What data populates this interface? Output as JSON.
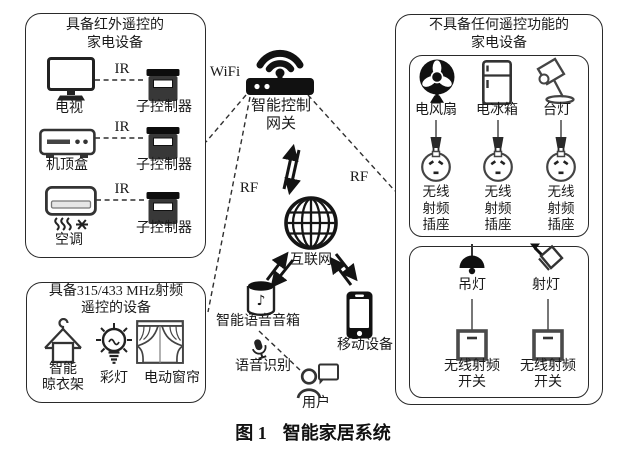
{
  "caption": {
    "prefix": "图 1",
    "title": "智能家居系统"
  },
  "ir_box": {
    "title1": "具备红外遥控的",
    "title2": "家电设备",
    "rows": [
      {
        "device": "电视",
        "link": "IR",
        "controller": "子控制器"
      },
      {
        "device": "机顶盒",
        "link": "IR",
        "controller": "子控制器"
      },
      {
        "device": "空调",
        "link": "IR",
        "controller": "子控制器"
      }
    ]
  },
  "rf_box": {
    "title1": "具备315/433 MHz射频",
    "title2": "遥控的设备",
    "items": [
      {
        "name1": "智能",
        "name2": "晾衣架"
      },
      {
        "name1": "彩灯",
        "name2": ""
      },
      {
        "name1": "电动窗帘",
        "name2": ""
      }
    ]
  },
  "none_box": {
    "title1": "不具备任何遥控功能的",
    "title2": "家电设备",
    "appliances": [
      "电风扇",
      "电冰箱",
      "台灯"
    ],
    "socket_lines": [
      "无线",
      "射频",
      "插座"
    ],
    "lamps": [
      "吊灯",
      "射灯"
    ],
    "switch1": "无线射频",
    "switch2": "开关"
  },
  "network": {
    "wifi": "WiFi",
    "rf_left": "RF",
    "rf_right": "RF",
    "gateway1": "智能控制",
    "gateway2": "网关",
    "internet": "互联网",
    "speaker": "智能语音音箱",
    "voice": "语音识别",
    "user": "用户",
    "mobile": "移动设备"
  },
  "colors": {
    "ink": "#1a1a1a",
    "line": "#2a2a2a"
  }
}
